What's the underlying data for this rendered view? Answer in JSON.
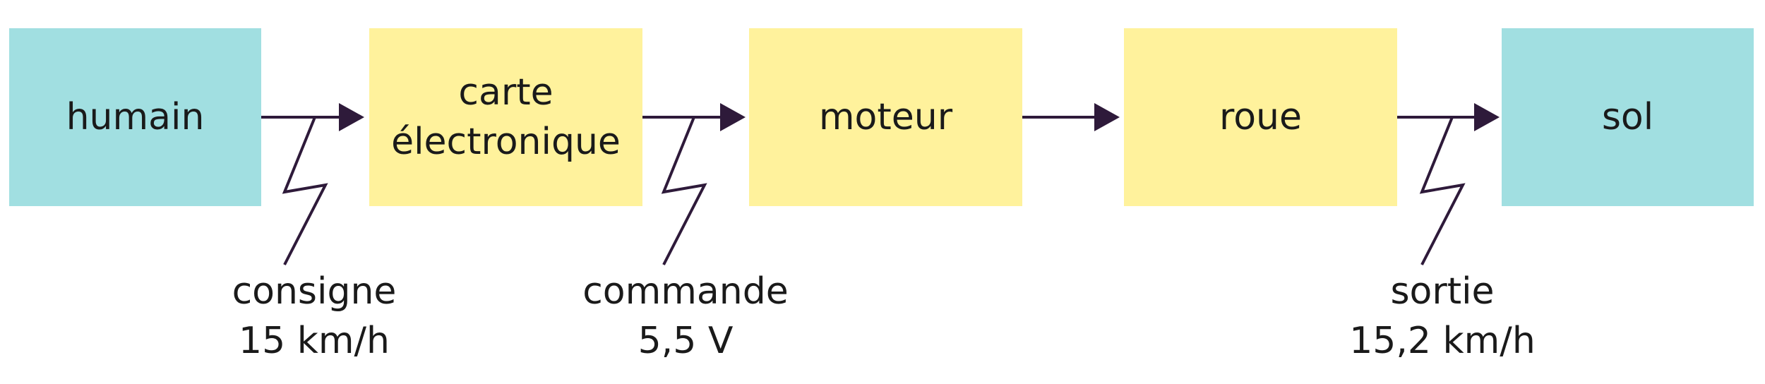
{
  "blocks": {
    "humain": "humain",
    "carte": "carte\nélectronique",
    "moteur": "moteur",
    "roue": "roue",
    "sol": "sol"
  },
  "signals": {
    "consigne": {
      "name": "consigne",
      "value": "15 km/h"
    },
    "commande": {
      "name": "commande",
      "value": "5,5 V"
    },
    "sortie": {
      "name": "sortie",
      "value": "15,2 km/h"
    }
  },
  "colors": {
    "external_block": "#a1dfe1",
    "system_block": "#fff29c",
    "arrow": "#2e1a3a",
    "text": "#1a1a1a"
  }
}
